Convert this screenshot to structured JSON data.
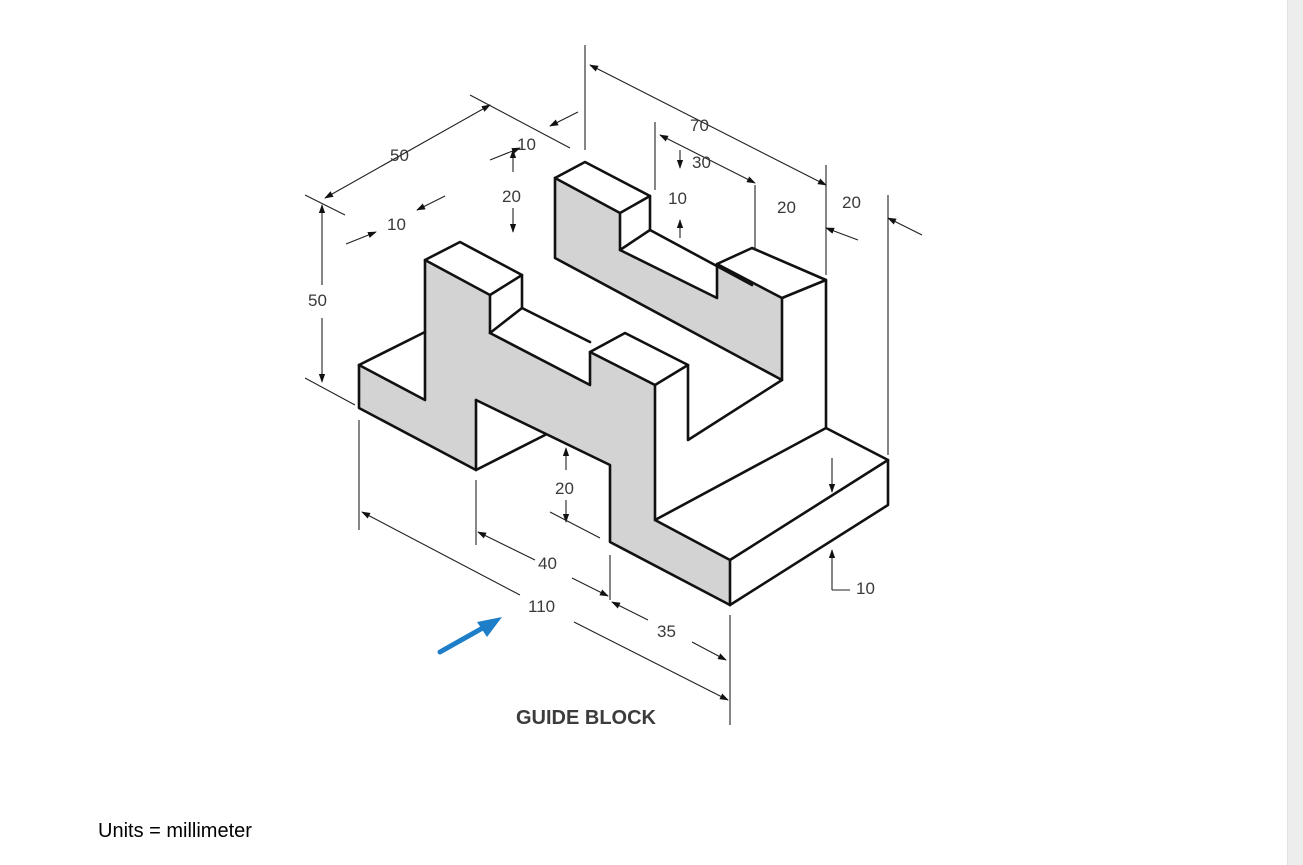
{
  "figure": {
    "title": "GUIDE BLOCK",
    "units_note": "Units = millimeter",
    "colors": {
      "shaded_face": "#d3d3d3",
      "edges": "#111111",
      "view_arrow": "#1e7fc8"
    },
    "dimensions": {
      "d50_top": "50",
      "d10_top_left": "10",
      "d10_top_mid": "10",
      "d20_upper": "20",
      "d70": "70",
      "d30": "30",
      "d10_slot": "10",
      "d20_right_a": "20",
      "d20_right_b": "20",
      "d50_height": "50",
      "d20_lower": "20",
      "d40": "40",
      "d110": "110",
      "d35": "35",
      "d10_bottom": "10"
    }
  }
}
